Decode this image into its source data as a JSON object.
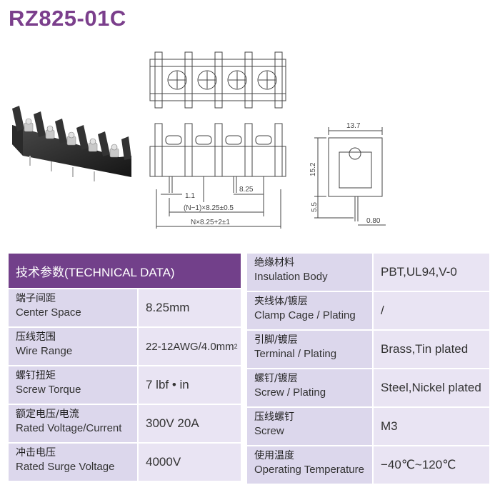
{
  "title": "RZ825-01C",
  "drawing": {
    "dim_width": "13.7",
    "dim_height": "15.2",
    "dim_pin": "5.5",
    "dim_pin_dia": "0.80",
    "dim_small": "1.1",
    "dim_pitch": "8.25",
    "dim_formula1": "(N−1)×8.25±0.5",
    "dim_formula2": "N×8.25+2±1"
  },
  "left_table": {
    "header": "技术参数(TECHNICAL DATA)",
    "rows": [
      {
        "cn": "端子间距",
        "en": "Center Space",
        "value": "8.25mm"
      },
      {
        "cn": "压线范围",
        "en": "Wire Range",
        "value": "22-12AWG/4.0mm",
        "sup": "2"
      },
      {
        "cn": "螺钉扭矩",
        "en": "Screw Torque",
        "value": "7 lbf • in"
      },
      {
        "cn": "额定电压/电流",
        "en": "Rated Voltage/Current",
        "value": "300V 20A"
      },
      {
        "cn": "冲击电压",
        "en": "Rated Surge Voltage",
        "value": "4000V"
      }
    ]
  },
  "right_table": {
    "rows": [
      {
        "cn": "绝缘材料",
        "en": "Insulation Body",
        "value": "PBT,UL94,V-0"
      },
      {
        "cn": "夹线体/镀层",
        "en": "Clamp Cage / Plating",
        "value": "/"
      },
      {
        "cn": "引脚/镀层",
        "en": "Terminal / Plating",
        "value": "Brass,Tin plated"
      },
      {
        "cn": "螺钉/镀层",
        "en": "Screw / Plating",
        "value": "Steel,Nickel plated"
      },
      {
        "cn": "压线螺钉",
        "en": "Screw",
        "value": "M3"
      },
      {
        "cn": "使用温度",
        "en": "Operating Temperature",
        "value": "−40℃~120℃"
      }
    ]
  }
}
